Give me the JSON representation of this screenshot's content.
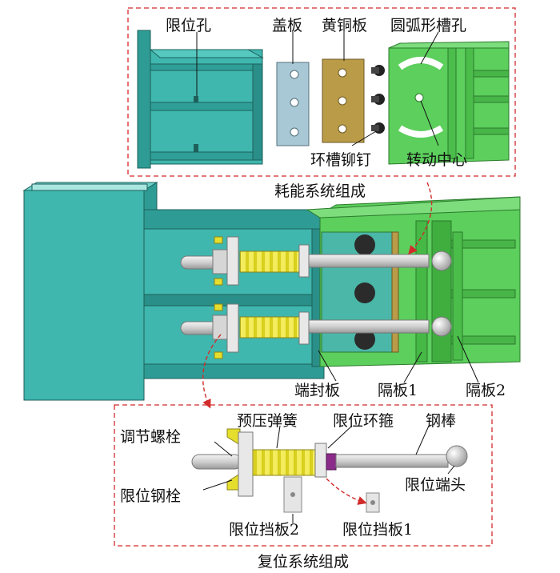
{
  "top_panel": {
    "caption": "耗能系统组成",
    "labels": {
      "limit_hole": "限位孔",
      "cover_plate": "盖板",
      "brass_plate": "黄铜板",
      "arc_slot": "圆弧形槽孔",
      "ring_rivet": "环槽铆钉",
      "rotation_center": "转动中心"
    }
  },
  "middle_panel": {
    "labels": {
      "end_plate": "端封板",
      "partition_1": "隔板1",
      "partition_2": "隔板2"
    }
  },
  "bottom_panel": {
    "caption": "复位系统组成",
    "labels": {
      "adjust_bolt": "调节螺栓",
      "preload_spring": "预压弹簧",
      "limit_hoop": "限位环箍",
      "steel_rod": "钢棒",
      "limit_end": "限位端头",
      "limit_pin": "限位钢栓",
      "stop_plate_2": "限位挡板2",
      "stop_plate_1": "限位挡板1"
    }
  },
  "colors": {
    "teal_body": "#3fb7ae",
    "teal_dark": "#2a8f88",
    "green_body": "#5ccf5c",
    "green_dark": "#3a9f3a",
    "brass": "#b99b48",
    "spring": "#e6de2c",
    "rod": "#d9d9d9",
    "dash_border": "#d22b2b"
  }
}
